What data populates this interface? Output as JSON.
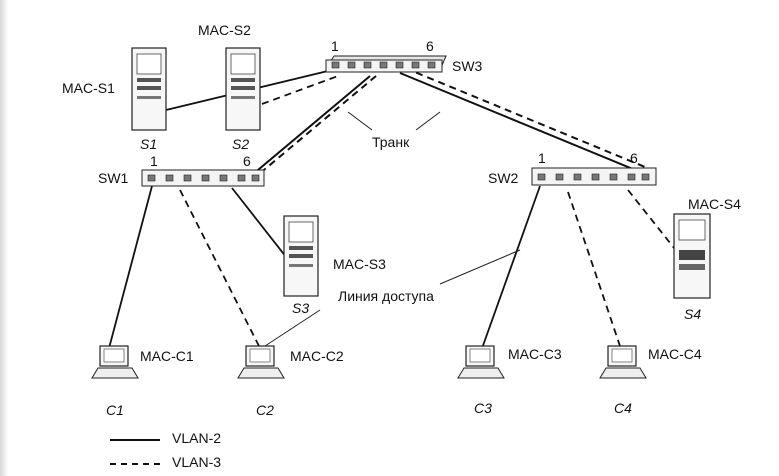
{
  "switches": {
    "sw1": {
      "name": "SW1",
      "port_first": "1",
      "port_last": "6"
    },
    "sw2": {
      "name": "SW2",
      "port_first": "1",
      "port_last": "6"
    },
    "sw3": {
      "name": "SW3",
      "port_first": "1",
      "port_last": "6"
    }
  },
  "servers": {
    "s1": {
      "label": "S1",
      "mac": "MAC-S1"
    },
    "s2": {
      "label": "S2",
      "mac": "MAC-S2"
    },
    "s3": {
      "label": "S3",
      "mac": "MAC-S3"
    },
    "s4": {
      "label": "S4",
      "mac": "MAC-S4"
    }
  },
  "clients": {
    "c1": {
      "label": "C1",
      "mac": "MAC-C1"
    },
    "c2": {
      "label": "C2",
      "mac": "MAC-C2"
    },
    "c3": {
      "label": "C3",
      "mac": "MAC-C3"
    },
    "c4": {
      "label": "C4",
      "mac": "MAC-C4"
    }
  },
  "annotations": {
    "trunk": "Транк",
    "access_line": "Линия доступа"
  },
  "legend": {
    "vlan2": "VLAN-2",
    "vlan3": "VLAN-3"
  },
  "colors": {
    "line": "#111111",
    "device_fill": "#f2f2f2"
  }
}
